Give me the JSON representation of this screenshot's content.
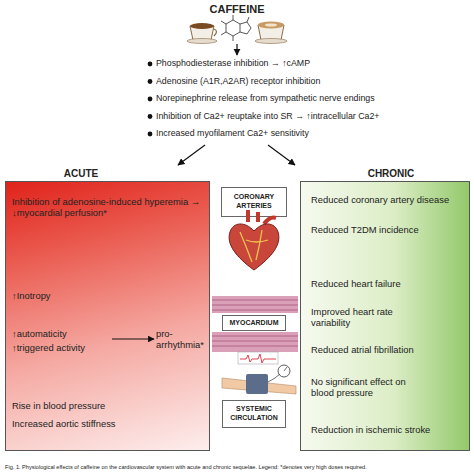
{
  "diagram": {
    "title": "CAFFEINE",
    "caption": "Fig. 1. Physiological effects of caffeine on the cardiovascular system with acute and chronic sequelae. Legend: *denotes very high doses required.",
    "nodes": [
      {
        "text": [
          "ACUTE",
          "Inhibition of adenosine-induced hyperemia → ↓myocardial perfusion*",
          "↑Inotropy",
          "↑automaticity",
          "↑triggered activity",
          "pro-arrhythmia*",
          "Rise in blood pressure",
          "Increased aortic stiffness"
        ]
      },
      {
        "text": [
          "CORONARY ARTERIES"
        ]
      },
      {
        "text": [
          "MYOCARDIUM"
        ]
      },
      {
        "text": [
          "SYSTEMIC CIRCULATION"
        ]
      },
      {
        "text": [
          "CHRONIC",
          "Reduced coronary artery disease",
          "Reduced T2DM incidence",
          "Reduced heart failure",
          "Improved heart rate variability",
          "Reduced atrial fibrillation",
          "No significant effect on blood pressure",
          "Reduction in ischemic stroke"
        ]
      }
    ],
    "labels": [
      "Phosphodiesterase inhibition → ↑cAMP",
      "Adenosine (A1R,A2AR) receptor inhibition",
      "Norepinephrine release from sympathetic nerve endings",
      "Inhibition of Ca2+ reuptake into SR → ↑intracellular Ca2+",
      "Increased myofilament Ca2+ sensitivity"
    ]
  }
}
